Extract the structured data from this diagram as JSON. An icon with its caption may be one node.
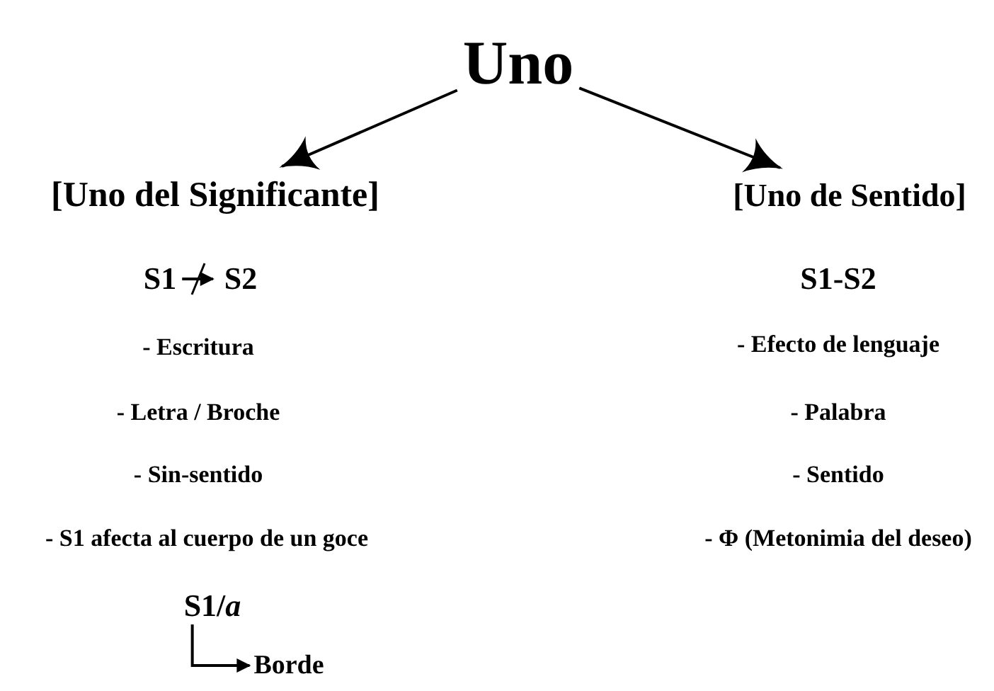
{
  "diagram": {
    "nodes": [
      {
        "text": [
          "Uno"
        ]
      },
      {
        "text": [
          "[Uno del Significante]"
        ]
      },
      {
        "text": [
          "[Uno de Sentido]"
        ]
      },
      {
        "text": [
          "S1"
        ]
      },
      {
        "text": [
          "S2"
        ]
      },
      {
        "text": [
          "S1/*a*"
        ]
      },
      {
        "text": [
          "Borde"
        ]
      }
    ],
    "edges": [
      {
        "from": 0,
        "to": 1,
        "arrow": "to"
      },
      {
        "from": 0,
        "to": 2,
        "arrow": "to"
      },
      {
        "from": 3,
        "to": 4,
        "arrow": "to"
      },
      {
        "from": 5,
        "to": 6,
        "arrow": "to"
      }
    ],
    "labels": [
      "S1-S2",
      "- Escritura",
      "- Efecto de lenguaje",
      "- Letra / Broche",
      "- Palabra",
      "- Sin-sentido",
      "- Sentido",
      "- S1 afecta al cuerpo de un goce",
      "- Φ (Metonimia del deseo)"
    ]
  }
}
